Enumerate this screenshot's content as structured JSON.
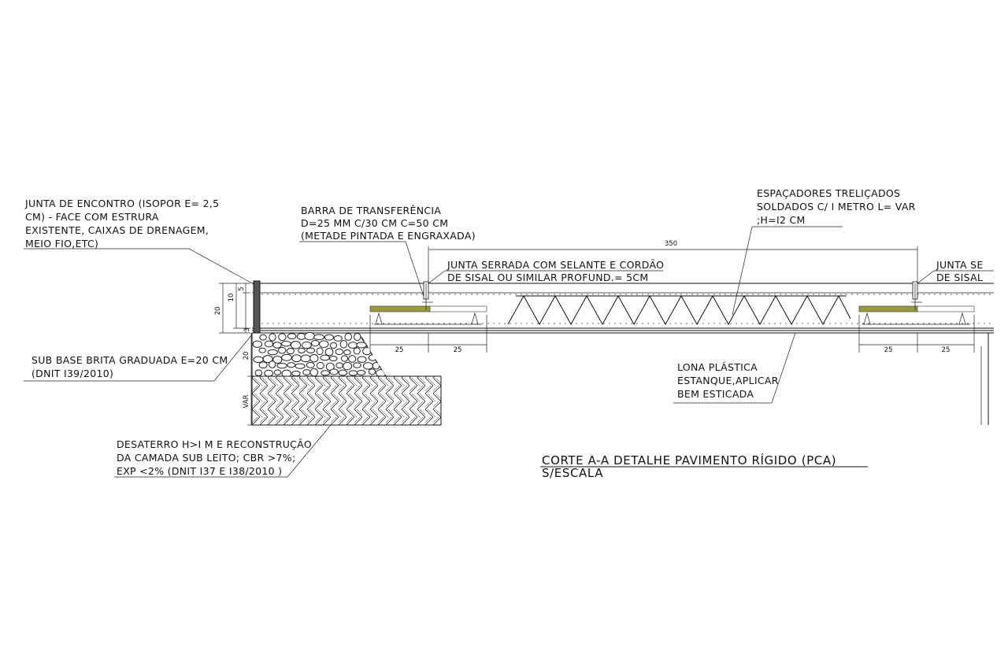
{
  "notes": {
    "junta_encontro": [
      "JUNTA DE ENCONTRO (ISOPOR E= 2,5",
      "CM) - FACE COM ESTRURA",
      "EXISTENTE, CAIXAS DE DRENAGEM,",
      "MEIO FIO,ETC)"
    ],
    "barra_transferencia": [
      "BARRA DE TRANSFERÊNCIA",
      "D=25 MM C/30 CM C=50 CM",
      "(METADE PINTADA E ENGRAXADA)"
    ],
    "espacadores": [
      "ESPAÇADORES TRELIÇADOS",
      "SOLDADOS C/ I METRO L= VAR",
      ";H=I2 CM"
    ],
    "junta_serrada": [
      "JUNTA SERRADA COM SELANTE E CORDÃO",
      "DE SISAL OU SIMILAR PROFUND.= 5CM"
    ],
    "junta_serrada_right": [
      "JUNTA SE",
      "DE SISAL "
    ],
    "sub_base": [
      "SUB BASE BRITA GRADUADA E=20 CM",
      "(DNIT I39/2010)"
    ],
    "lona": [
      "LONA PLÁSTICA",
      "ESTANQUE,APLICAR",
      "BEM ESTICADA"
    ],
    "desaterro": [
      "DESATERRO H>I M E RECONSTRUÇÃO",
      "DA CAMADA SUB LEITO; CBR >7%;",
      "EXP <2% (DNIT I37 E I38/2010 )"
    ]
  },
  "dimensions": {
    "span": "350",
    "bar_left_a": "25",
    "bar_left_b": "25",
    "bar_right_a": "25",
    "bar_right_b": "25",
    "slab_total": "20",
    "slab_upper": "10",
    "slab_top": "5",
    "slab_bottom": "3",
    "sub_base": "20",
    "sub_leito": "VAR"
  },
  "title": {
    "main": "CORTE A-A DETALHE PAVIMENTO RÍGIDO (PCA)",
    "scale": "S/ESCALA"
  },
  "colors": {
    "line": "#111111",
    "dowel": "#9c9a3c",
    "background": "#ffffff"
  }
}
